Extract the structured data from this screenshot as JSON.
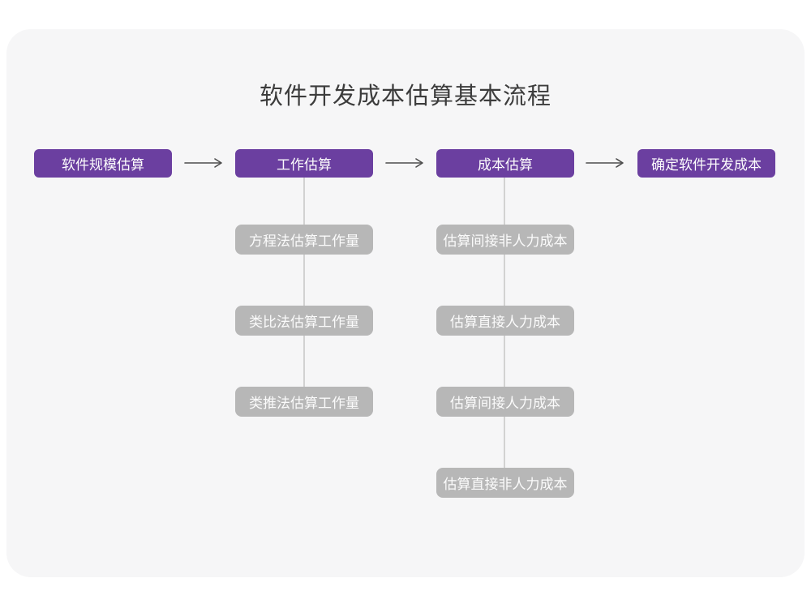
{
  "title": "软件开发成本估算基本流程",
  "colors": {
    "page_background": "#ffffff",
    "card_background": "#f6f6f7",
    "primary_box": "#6b3fa0",
    "secondary_box": "#b7b7b7",
    "box_text": "#fdfdfd",
    "title_text": "#3c3c3c",
    "arrow": "#4e4e4e",
    "connector_line": "#d2d2d2"
  },
  "main_flow": {
    "steps": [
      {
        "label": "软件规模估算"
      },
      {
        "label": "工作估算"
      },
      {
        "label": "成本估算"
      },
      {
        "label": "确定软件开发成本"
      }
    ]
  },
  "sub_flows": [
    {
      "parent": "工作估算",
      "items": [
        {
          "label": "方程法估算工作量"
        },
        {
          "label": "类比法估算工作量"
        },
        {
          "label": "类推法估算工作量"
        }
      ]
    },
    {
      "parent": "成本估算",
      "items": [
        {
          "label": "估算间接非人力成本"
        },
        {
          "label": "估算直接人力成本"
        },
        {
          "label": "估算间接人力成本"
        },
        {
          "label": "估算直接非人力成本"
        }
      ]
    }
  ]
}
